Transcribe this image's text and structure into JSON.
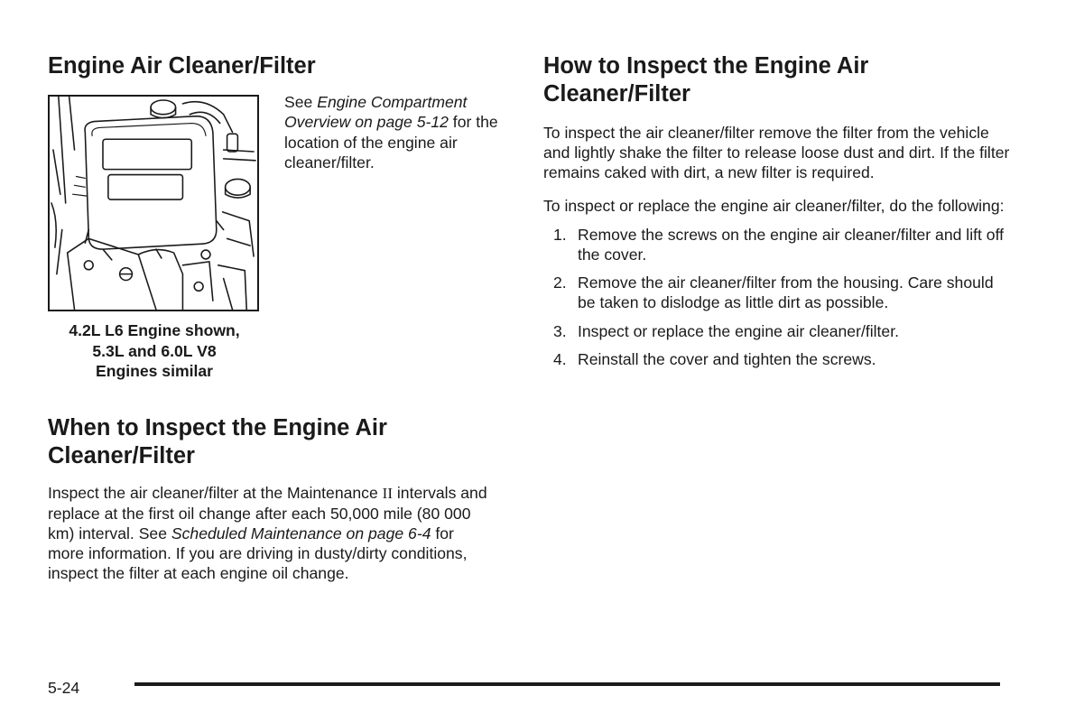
{
  "left": {
    "title": "Engine Air Cleaner/Filter",
    "see": {
      "prefix": "See ",
      "link": "Engine Compartment Overview on page 5-12",
      "suffix": " for the location of the engine air cleaner/filter."
    },
    "caption": {
      "line1": "4.2L L6 Engine shown,",
      "line2": "5.3L and 6.0L V8",
      "line3": "Engines similar"
    },
    "when": {
      "title": "When to Inspect the Engine Air Cleaner/Filter",
      "p1": "Inspect the air cleaner/filter at the Maintenance ",
      "roman": "II",
      "p2": " intervals and replace at the first oil change after each 50,000 mile (80 000 km) interval. See ",
      "link": "Scheduled Maintenance on page 6-4",
      "p3": " for more information. If you are driving in dusty/dirty conditions, inspect the filter at each engine oil change."
    }
  },
  "right": {
    "title": "How to Inspect the Engine Air Cleaner/Filter",
    "para1": "To inspect the air cleaner/filter remove the filter from the vehicle and lightly shake the filter to release loose dust and dirt. If the filter remains caked with dirt, a new filter is required.",
    "para2": "To inspect or replace the engine air cleaner/filter, do the following:",
    "steps": [
      {
        "num": "1.",
        "text": "Remove the screws on the engine air cleaner/filter and lift off the cover."
      },
      {
        "num": "2.",
        "text": "Remove the air cleaner/filter from the housing. Care should be taken to dislodge as little dirt as possible."
      },
      {
        "num": "3.",
        "text": "Inspect or replace the engine air cleaner/filter."
      },
      {
        "num": "4.",
        "text": "Reinstall the cover and tighten the screws."
      }
    ]
  },
  "footer": {
    "page_number": "5-24"
  }
}
